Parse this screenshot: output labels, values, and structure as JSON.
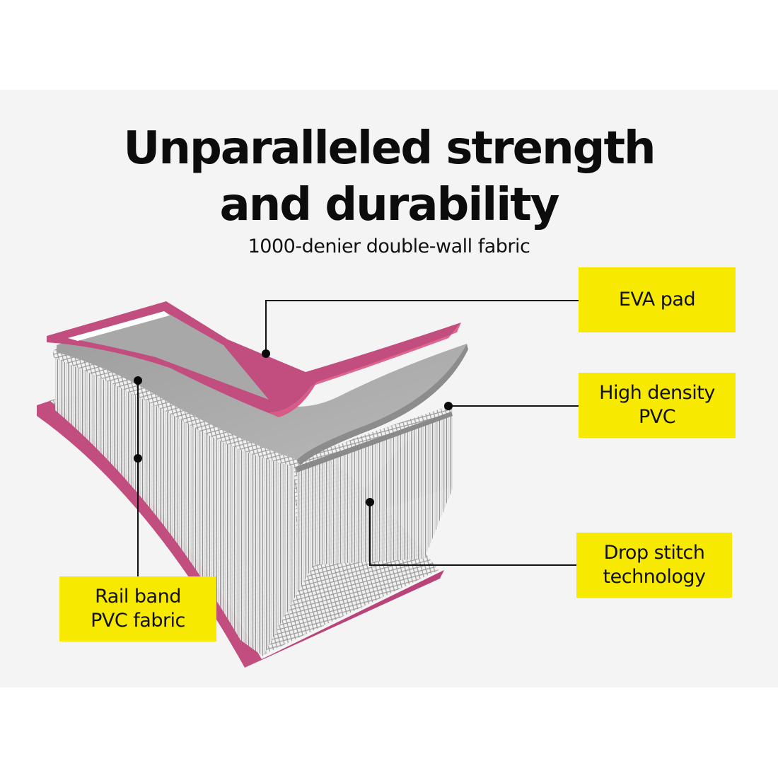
{
  "header": {
    "title_line1": "Unparalleled strength",
    "title_line2": "and durability",
    "subtitle": "1000-denier double-wall fabric"
  },
  "labels": {
    "eva_pad": {
      "line1": "EVA pad"
    },
    "high_density_pvc": {
      "line1": "High density",
      "line2": "PVC"
    },
    "drop_stitch": {
      "line1": "Drop stitch",
      "line2": "technology"
    },
    "rail_band": {
      "line1": "Rail band",
      "line2": "PVC fabric"
    }
  },
  "colors": {
    "background": "#ffffff",
    "panel": "#f5f4f4",
    "label_yellow": "#f7ea00",
    "rail_pink": "#c24d7f",
    "rail_pink_light": "#e0668f",
    "eva_gray": "#a9a9a9",
    "mesh_gray": "#d9d9d9",
    "leader_line": "#111111"
  }
}
